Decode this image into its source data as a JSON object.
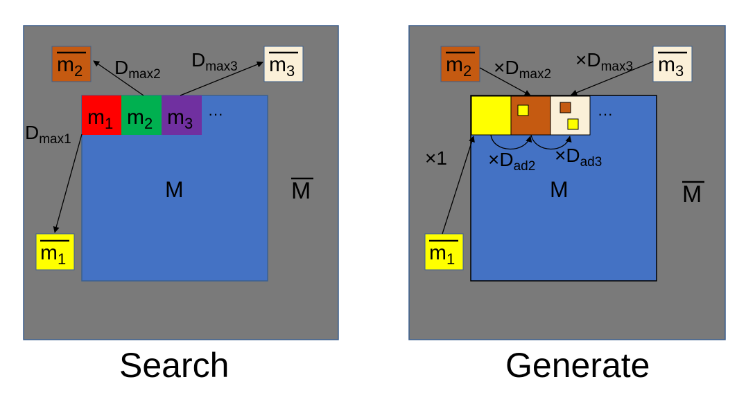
{
  "colors": {
    "panel_bg": "#7a7a7a",
    "panel_border": "#3b5f8e",
    "matrix_fill": "#4472c4",
    "matrix_border_search": "#3b5f8e",
    "matrix_border_generate": "#000000",
    "m1_search": "#ff0000",
    "m2_search": "#00b050",
    "m3_search": "#7030a0",
    "mbar1": "#ffff00",
    "mbar2": "#c55a11",
    "mbar3": "#fbf0d8"
  },
  "search": {
    "title": "Search",
    "matrix_label": "M",
    "outer_label": "M",
    "cells": [
      {
        "base": "m",
        "sub": "1"
      },
      {
        "base": "m",
        "sub": "2"
      },
      {
        "base": "m",
        "sub": "3"
      }
    ],
    "ellipsis": "···",
    "mbar": [
      {
        "base": "m",
        "sub": "1"
      },
      {
        "base": "m",
        "sub": "2"
      },
      {
        "base": "m",
        "sub": "3"
      }
    ],
    "dist": [
      {
        "base": "D",
        "sub": "max1"
      },
      {
        "base": "D",
        "sub": "max2"
      },
      {
        "base": "D",
        "sub": "max3"
      }
    ]
  },
  "generate": {
    "title": "Generate",
    "matrix_label": "M",
    "outer_label": "M",
    "ellipsis": "···",
    "mbar": [
      {
        "base": "m",
        "sub": "1"
      },
      {
        "base": "m",
        "sub": "2"
      },
      {
        "base": "m",
        "sub": "3"
      }
    ],
    "times1": "×1",
    "times_max2": {
      "pre": "×",
      "base": "D",
      "sub": "max2"
    },
    "times_max3": {
      "pre": "×",
      "base": "D",
      "sub": "max3"
    },
    "times_ad2": {
      "pre": "×",
      "base": "D",
      "sub": "ad2"
    },
    "times_ad3": {
      "pre": "×",
      "base": "D",
      "sub": "ad3"
    }
  }
}
